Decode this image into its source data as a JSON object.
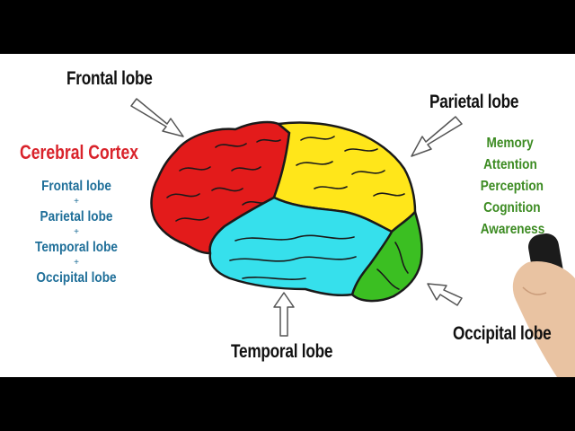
{
  "labels": {
    "frontal": "Frontal lobe",
    "parietal": "Parietal lobe",
    "temporal": "Temporal lobe",
    "occipital": "Occipital lobe"
  },
  "cortex": {
    "title": "Cerebral Cortex",
    "items": [
      "Frontal lobe",
      "Parietal lobe",
      "Temporal lobe",
      "Occipital lobe"
    ],
    "separator": "+"
  },
  "functions": [
    "Memory",
    "Attention",
    "Perception",
    "Cognition",
    "Awareness"
  ],
  "colors": {
    "frontal": "#e31b1b",
    "parietal": "#ffe61a",
    "temporal": "#36e0ec",
    "occipital": "#3bbf22",
    "title": "#d9232b",
    "list": "#1f6f99",
    "functions": "#3c8b22"
  }
}
